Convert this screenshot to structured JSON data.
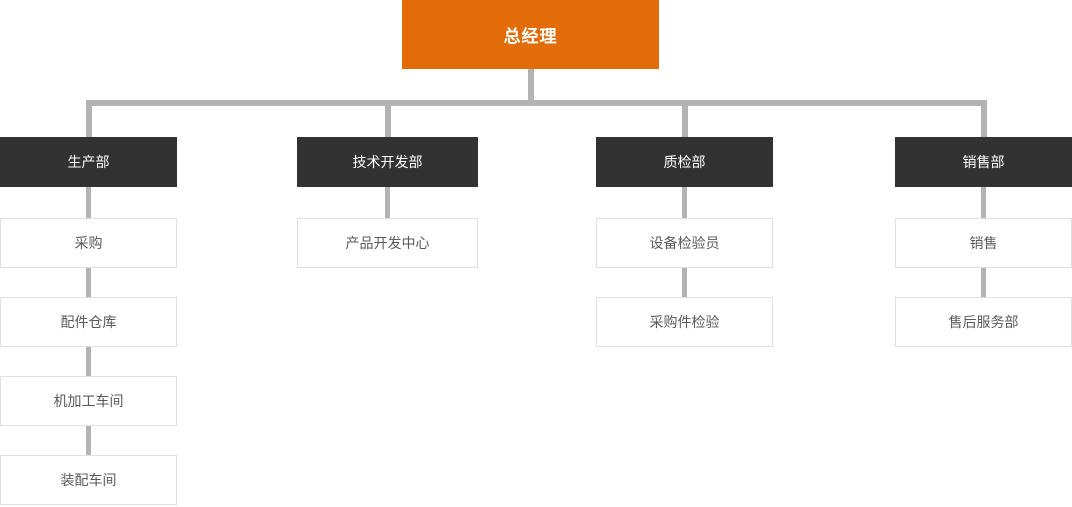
{
  "org": {
    "root": {
      "label": "总经理"
    },
    "departments": [
      {
        "label": "生产部",
        "children": [
          "采购",
          "配件仓库",
          "机加工车间",
          "装配车间"
        ]
      },
      {
        "label": "技术开发部",
        "children": [
          "产品开发中心"
        ]
      },
      {
        "label": "质检部",
        "children": [
          "设备检验员",
          "采购件检验"
        ]
      },
      {
        "label": "销售部",
        "children": [
          "销售",
          "售后服务部"
        ]
      }
    ]
  },
  "colors": {
    "root_bg": "#e26c08",
    "dept_bg": "#323232",
    "node_text_light": "#ffffff",
    "leaf_text": "#5a5a5a",
    "leaf_border": "#e0e0e0",
    "connector": "#b3b3b3",
    "background": "#ffffff"
  }
}
